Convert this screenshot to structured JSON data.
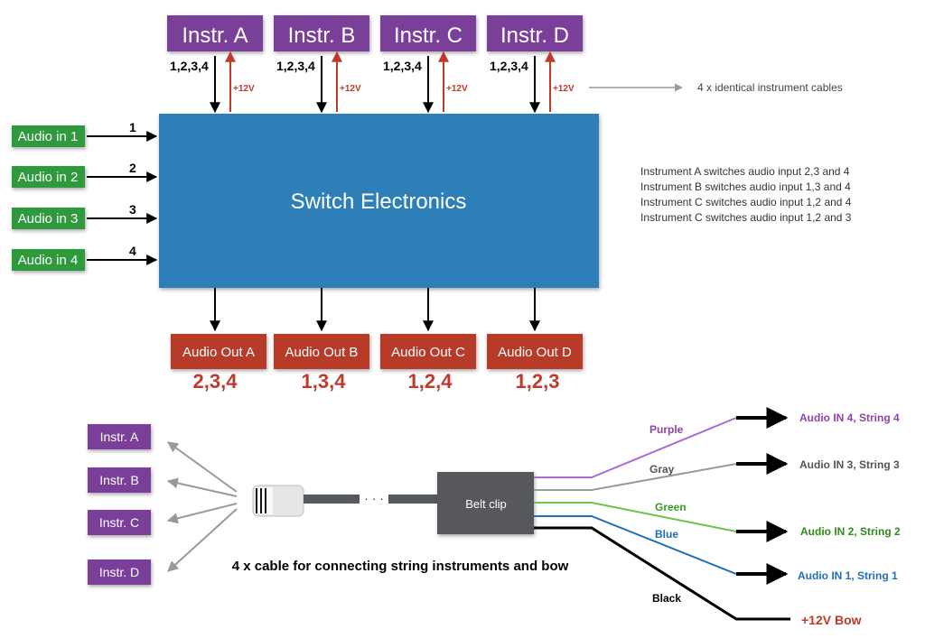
{
  "colors": {
    "instrument": "#7a3f99",
    "audio_in": "#2e9a3c",
    "switch": "#2f7fb8",
    "audio_out": "#b83a2a",
    "power": "#c0392b",
    "arrow_gray": "#9a9a9a",
    "belt_clip": "#56595d",
    "purple_wire": "#a86bd8",
    "gray_wire": "#9a9a9a",
    "green_wire": "#6cc24a",
    "blue_wire": "#1f6fb8",
    "black_wire": "#000000"
  },
  "instruments": [
    {
      "label": "Instr. A",
      "channels": "1,2,3,4",
      "power": "+12V"
    },
    {
      "label": "Instr. B",
      "channels": "1,2,3,4",
      "power": "+12V"
    },
    {
      "label": "Instr. C",
      "channels": "1,2,3,4",
      "power": "+12V"
    },
    {
      "label": "Instr. D",
      "channels": "1,2,3,4",
      "power": "+12V"
    }
  ],
  "cables_note": "4 x identical instrument cables",
  "audio_inputs": [
    {
      "label": "Audio in 1",
      "number": "1"
    },
    {
      "label": "Audio in 2",
      "number": "2"
    },
    {
      "label": "Audio in 3",
      "number": "3"
    },
    {
      "label": "Audio in 4",
      "number": "4"
    }
  ],
  "switch_label": "Switch Electronics",
  "switch_notes": [
    "Instrument A switches audio input 2,3 and 4",
    "Instrument B switches audio input 1,3 and 4",
    "Instrument C switches audio input 1,2 and 4",
    "Instrument C switches audio input 1,2 and 3"
  ],
  "audio_outputs": [
    {
      "label": "Audio Out A",
      "inputs": "2,3,4"
    },
    {
      "label": "Audio Out B",
      "inputs": "1,3,4"
    },
    {
      "label": "Audio Out C",
      "inputs": "1,2,4"
    },
    {
      "label": "Audio Out D",
      "inputs": "1,2,3"
    }
  ],
  "cable_section": {
    "instruments": [
      "Instr. A",
      "Instr. B",
      "Instr. C",
      "Instr. D"
    ],
    "ellipsis": "· · ·",
    "belt_clip": "Belt clip",
    "caption": "4 x cable for connecting string instruments and bow",
    "wires": [
      {
        "color_name": "Purple",
        "destination": "Audio IN 4, String 4"
      },
      {
        "color_name": "Gray",
        "destination": "Audio IN 3, String 3"
      },
      {
        "color_name": "Green",
        "destination": "Audio IN 2, String 2"
      },
      {
        "color_name": "Blue",
        "destination": "Audio IN 1, String 1"
      },
      {
        "color_name": "Black",
        "destination": "+12V Bow"
      }
    ]
  }
}
